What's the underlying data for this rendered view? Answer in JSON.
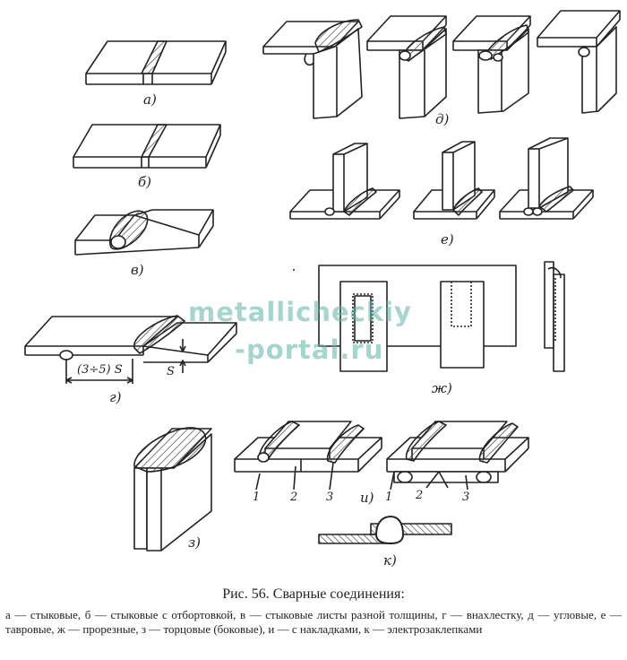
{
  "figure": {
    "title": "Рис. 56. Сварные соединения:",
    "legend": "а — стыковые, б — стыковые с отбортовкой, в — стыковые листы разной толщины, г — внахлестку, д — угловые, е — тавровые, ж — прорезные, з — торцовые (боковые), и — с накладками, к — электрозаклепками"
  },
  "panels": {
    "a": "а)",
    "b": "б)",
    "v": "в)",
    "g": "г)",
    "d": "д)",
    "e": "е)",
    "zh": "ж)",
    "z": "з)",
    "i": "и)",
    "k": "к)"
  },
  "dimensions": {
    "overlap": "(3÷5) S",
    "thickness": "S"
  },
  "part_numbers": [
    "1",
    "2",
    "3"
  ],
  "watermark": {
    "line1": "metallicheckiy",
    "line2": "-portal.ru",
    "color": "#5fb3a8"
  },
  "colors": {
    "ink": "#222222",
    "hatch": "#555555"
  }
}
